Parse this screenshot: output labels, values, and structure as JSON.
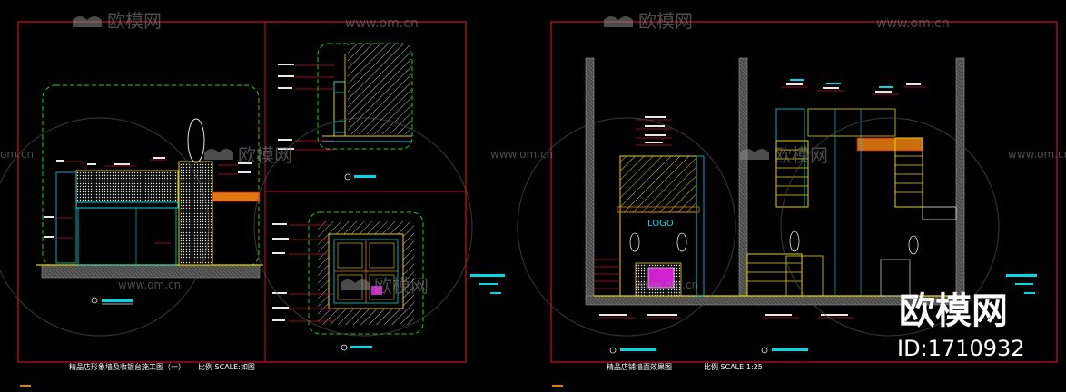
{
  "watermark": {
    "brand_cn": "欧模网",
    "site": "www.om.cn",
    "side_site": "om.cn"
  },
  "logo_text": "LOGO",
  "left_sheet": {
    "caption": "精品店形象墙及收银台施工图（一）",
    "scale": "比例 SCALE:如图"
  },
  "right_sheet": {
    "caption": "精品店铺墙面效果图",
    "scale": "比例 SCALE:1:25"
  },
  "badge": {
    "brand": "欧模网",
    "id": "ID:1710932"
  },
  "colors": {
    "frame": "#c8102e",
    "green": "#22cc22",
    "yellow": "#e6d200",
    "cyan": "#00d8e6",
    "orange": "#e07a10",
    "white": "#f0f0f0",
    "magenta": "#d020d0"
  }
}
